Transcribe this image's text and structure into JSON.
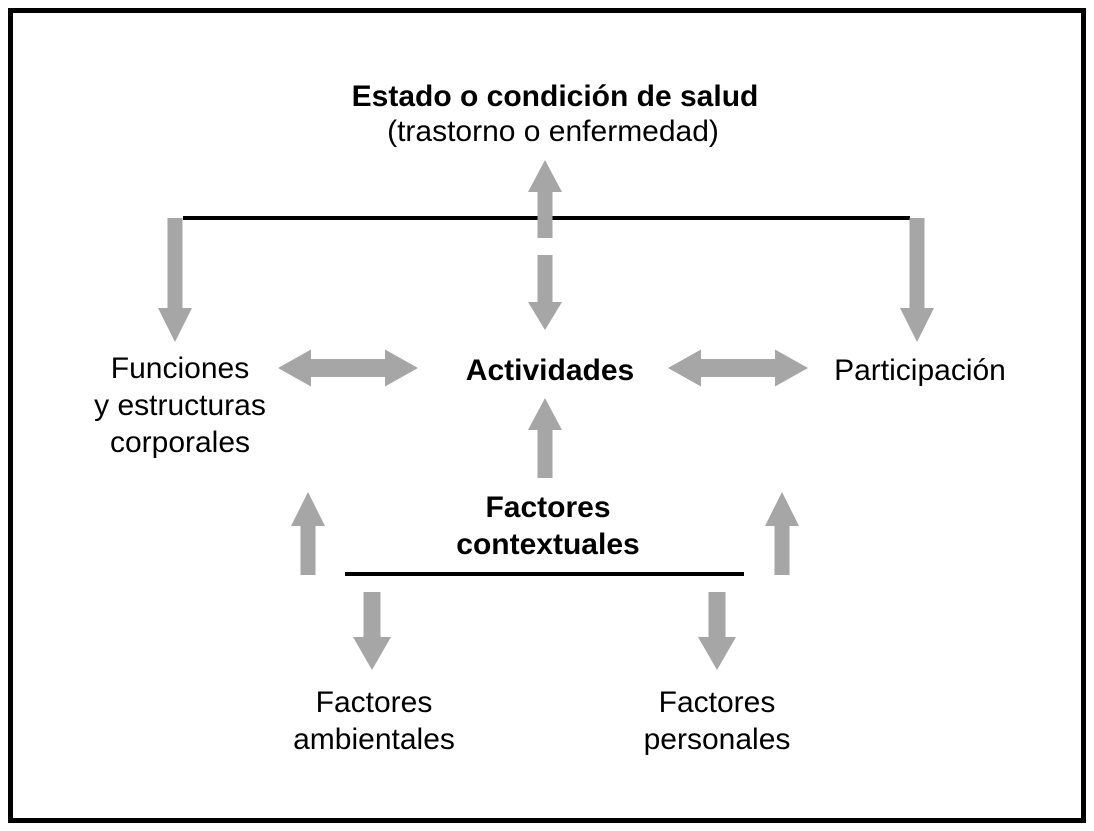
{
  "colors": {
    "arrow": "#a6a6a6",
    "line": "#000000",
    "border": "#000000",
    "background": "#ffffff",
    "text": "#000000"
  },
  "diagram": {
    "header": {
      "title": "Estado o condición de salud",
      "subtitle": "(trastorno o enfermedad)"
    },
    "nodes": {
      "body_functions": "Funciones\ny estructuras\ncorporales",
      "activities": "Actividades",
      "participation": "Participación",
      "contextual_factors": "Factores\ncontextuales",
      "environmental_factors": "Factores\nambientales",
      "personal_factors": "Factores\npersonales"
    },
    "arrows": [
      {
        "name": "health-condition-to-activities-up",
        "direction": "up"
      },
      {
        "name": "health-condition-to-activities-down",
        "direction": "down"
      },
      {
        "name": "health-condition-to-body-functions-down",
        "direction": "down"
      },
      {
        "name": "health-condition-to-participation-down",
        "direction": "down"
      },
      {
        "name": "body-functions-activities-bidirectional",
        "direction": "left-right"
      },
      {
        "name": "activities-participation-bidirectional",
        "direction": "left-right"
      },
      {
        "name": "contextual-factors-to-activities-up",
        "direction": "up"
      },
      {
        "name": "contextual-factors-to-body-functions-up",
        "direction": "up"
      },
      {
        "name": "contextual-factors-to-participation-up",
        "direction": "up"
      },
      {
        "name": "contextual-factors-to-environmental-down",
        "direction": "down"
      },
      {
        "name": "contextual-factors-to-personal-down",
        "direction": "down"
      }
    ]
  }
}
